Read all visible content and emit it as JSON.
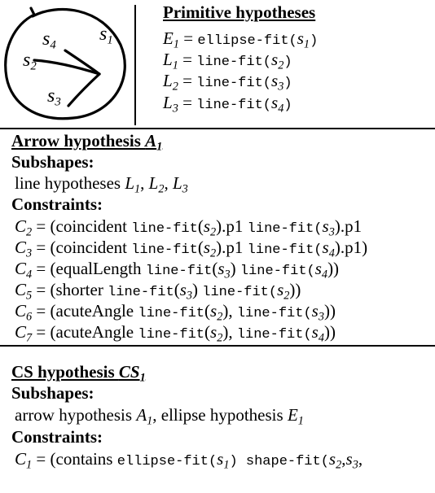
{
  "sketch": {
    "labels": {
      "s1": "s",
      "s1_sub": "1",
      "s2": "s",
      "s2_sub": "2",
      "s3": "s",
      "s3_sub": "3",
      "s4": "s",
      "s4_sub": "4"
    }
  },
  "primitive": {
    "heading": "Primitive hypotheses",
    "rows": [
      {
        "var": "E",
        "sub": "1",
        "eq": " = ",
        "fn": "ellipse-fit",
        "open": "(",
        "arg": "s",
        "arg_sub": "1",
        "close": ")"
      },
      {
        "var": "L",
        "sub": "1",
        "eq": " = ",
        "fn": "line-fit",
        "open": "(",
        "arg": "s",
        "arg_sub": "2",
        "close": ")"
      },
      {
        "var": "L",
        "sub": "2",
        "eq": " = ",
        "fn": "line-fit",
        "open": "(",
        "arg": "s",
        "arg_sub": "3",
        "close": ")"
      },
      {
        "var": "L",
        "sub": "3",
        "eq": " = ",
        "fn": "line-fit",
        "open": "(",
        "arg": "s",
        "arg_sub": "4",
        "close": ")"
      }
    ]
  },
  "arrow": {
    "heading": "Arrow hypothesis ",
    "heading_var": "A",
    "heading_sub": "1",
    "subshapes_label": "Subshapes:",
    "subshapes_text": "line hypotheses ",
    "subshapes_vars": [
      {
        "var": "L",
        "sub": "1",
        "sep": ", "
      },
      {
        "var": "L",
        "sub": "2",
        "sep": ", "
      },
      {
        "var": "L",
        "sub": "3",
        "sep": ""
      }
    ],
    "constraints_label": "Constraints:",
    "constraints": [
      {
        "var": "C",
        "sub": "2",
        "pre": " = (coincident ",
        "f1": "line-fit",
        "a1": "s",
        "a1s": "2",
        "mid1": ").p1 ",
        "f2": "line-fit",
        "f2open": "(",
        "a2": "s",
        "a2s": "3",
        "end": ").p1"
      },
      {
        "var": "C",
        "sub": "3",
        "pre": " = (coincident ",
        "f1": "line-fit",
        "a1": "s",
        "a1s": "2",
        "mid1": ").p1 ",
        "f2": "line-fit",
        "f2open": "(",
        "a2": "s",
        "a2s": "4",
        "end": ").p1)"
      },
      {
        "var": "C",
        "sub": "4",
        "pre": " = (equalLength ",
        "f1": "line-fit",
        "a1": "s",
        "a1s": "3",
        "mid1": ") ",
        "f2": "line-fit",
        "f2open": "(",
        "a2": "s",
        "a2s": "4",
        "end": "))"
      },
      {
        "var": "C",
        "sub": "5",
        "pre": " = (shorter ",
        "f1": "line-fit",
        "a1": "s",
        "a1s": "3",
        "mid1": ") ",
        "f2": "line-fit",
        "f2open": "(",
        "a2": "s",
        "a2s": "2",
        "end": "))"
      },
      {
        "var": "C",
        "sub": "6",
        "pre": " = (acuteAngle ",
        "f1": "line-fit",
        "a1": "s",
        "a1s": "2",
        "mid1": "), ",
        "f2": "line-fit",
        "f2open": "(",
        "a2": "s",
        "a2s": "3",
        "end": "))"
      },
      {
        "var": "C",
        "sub": "7",
        "pre": " = (acuteAngle ",
        "f1": "line-fit",
        "a1": "s",
        "a1s": "2",
        "mid1": "), ",
        "f2": "line-fit",
        "f2open": "(",
        "a2": "s",
        "a2s": "4",
        "end": "))"
      }
    ]
  },
  "cs": {
    "heading": "CS hypothesis ",
    "heading_var": "CS",
    "heading_sub": "1",
    "subshapes_label": "Subshapes:",
    "subshapes_text1": "arrow hypothesis ",
    "v1": "A",
    "v1s": "1",
    "subshapes_text2": ", ellipse hypothesis ",
    "v2": "E",
    "v2s": "1",
    "constraints_label": "Constraints:",
    "constraint": {
      "var": "C",
      "sub": "1",
      "pre": " = (contains ",
      "f1": "ellipse-fit",
      "open1": "(",
      "a1": "s",
      "a1s": "1",
      "close1": ") ",
      "f2": "shape-fit",
      "open2": "(",
      "a2": "s",
      "a2s": "2",
      "sep2": ",",
      "a3": "s",
      "a3s": "3",
      "sep3": ","
    }
  }
}
